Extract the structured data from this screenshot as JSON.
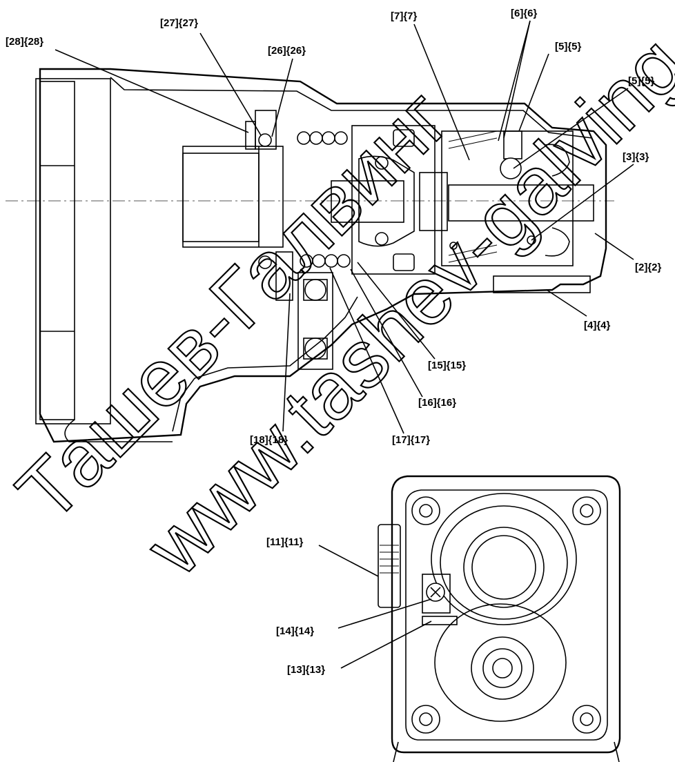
{
  "labels": {
    "l28": "[28]{28}",
    "l27": "[27]{27}",
    "l26": "[26]{26}",
    "l7": "[7]{7}",
    "l6": "[6]{6}",
    "l5a": "[5]{5}",
    "l5b": "[5]{5}",
    "l3": "[3]{3}",
    "l2": "[2]{2}",
    "l4": "[4]{4}",
    "l15": "[15]{15}",
    "l16": "[16]{16}",
    "l17": "[17]{17}",
    "l18": "[18]{18}",
    "l11": "[11]{11}",
    "l14": "[14]{14}",
    "l13": "[13]{13}"
  },
  "watermark": {
    "line1": "Ташев-Галвинг",
    "line2": "www.tashev-galving.com"
  }
}
